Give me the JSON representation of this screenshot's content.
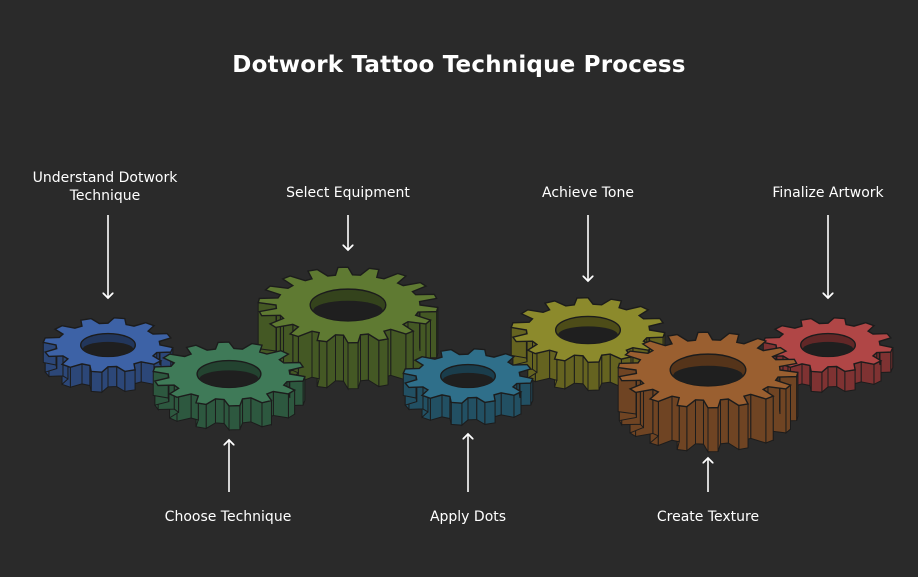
{
  "title": "Dotwork Tattoo Technique Process",
  "steps": [
    {
      "label": "Understand Dotwork Technique",
      "color": "#3d62a6"
    },
    {
      "label": "Choose Technique",
      "color": "#3f7a58"
    },
    {
      "label": "Select Equipment",
      "color": "#5f7a32"
    },
    {
      "label": "Apply Dots",
      "color": "#2f6f8a"
    },
    {
      "label": "Achieve Tone",
      "color": "#8c8a2c"
    },
    {
      "label": "Create Texture",
      "color": "#9a5f30"
    },
    {
      "label": "Finalize Artwork",
      "color": "#b04646"
    }
  ],
  "background": "#2a2a2a"
}
